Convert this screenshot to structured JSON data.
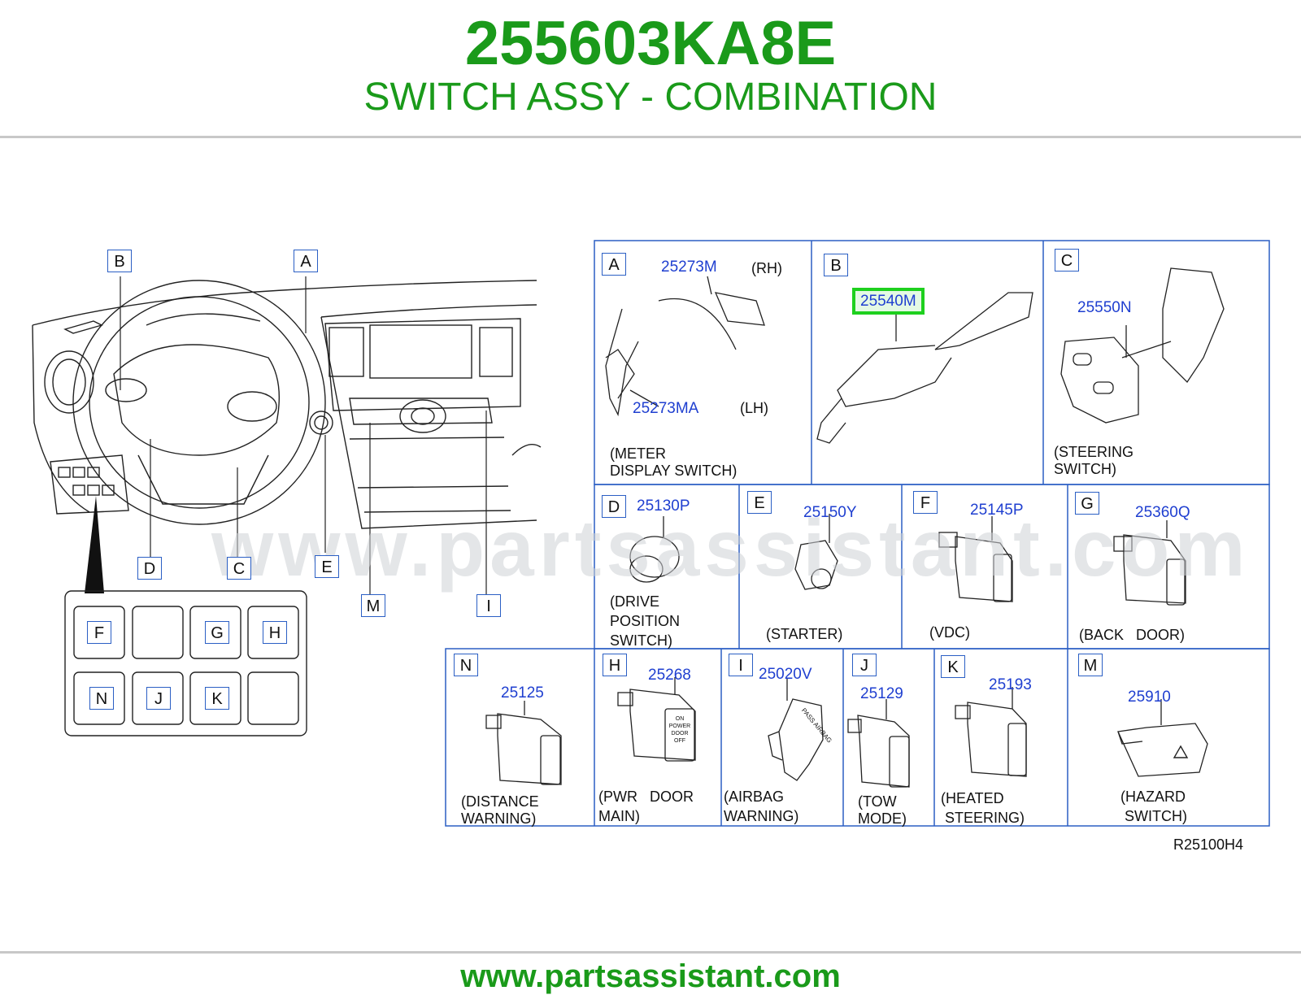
{
  "header": {
    "part_number": "255603KA8E",
    "description": "SWITCH ASSY - COMBINATION"
  },
  "watermark": "www.partsassistant.com",
  "footer": {
    "url": "www.partsassistant.com"
  },
  "drawing_code": "R25100H4",
  "overview_callouts": {
    "B": "B",
    "A": "A",
    "D": "D",
    "C": "C",
    "E": "E",
    "M": "M",
    "I": "I"
  },
  "switch_panel": {
    "F": "F",
    "G": "G",
    "H": "H",
    "N": "N",
    "J": "J",
    "K": "K"
  },
  "cells": {
    "A": {
      "letter": "A",
      "part_rh": "25273M",
      "side_rh": "(RH)",
      "part_lh": "25273MA",
      "side_lh": "(LH)",
      "caption": "(METER\nDISPLAY SWITCH)"
    },
    "B": {
      "letter": "B",
      "part": "25540M",
      "highlighted": true
    },
    "C": {
      "letter": "C",
      "part": "25550N",
      "caption": "(STEERING\nSWITCH)"
    },
    "D": {
      "letter": "D",
      "part": "25130P",
      "caption": "(DRIVE\nPOSITION\nSWITCH)"
    },
    "E": {
      "letter": "E",
      "part": "25150Y",
      "caption": "(STARTER)"
    },
    "F": {
      "letter": "F",
      "part": "25145P",
      "caption": "(VDC)"
    },
    "G": {
      "letter": "G",
      "part": "25360Q",
      "caption": "(BACK   DOOR)"
    },
    "N": {
      "letter": "N",
      "part": "25125",
      "caption": "(DISTANCE\nWARNING)"
    },
    "H": {
      "letter": "H",
      "part": "25268",
      "caption": "(PWR   DOOR\nMAIN)",
      "face_text": "ON POWER DOOR OFF"
    },
    "I": {
      "letter": "I",
      "part": "25020V",
      "caption": "(AIRBAG\nWARNING)",
      "face_text": "PASS AIRBAG"
    },
    "J": {
      "letter": "J",
      "part": "25129",
      "caption": "(TOW\nMODE)"
    },
    "K": {
      "letter": "K",
      "part": "25193",
      "caption": "(HEATED\n STEERING)"
    },
    "M": {
      "letter": "M",
      "part": "25910",
      "caption": "(HAZARD\n SWITCH)"
    }
  },
  "colors": {
    "brand_green": "#1a9a1a",
    "part_blue": "#1f3fd0",
    "frame_blue": "#2b5fc4",
    "highlight": "#1ed01e"
  }
}
